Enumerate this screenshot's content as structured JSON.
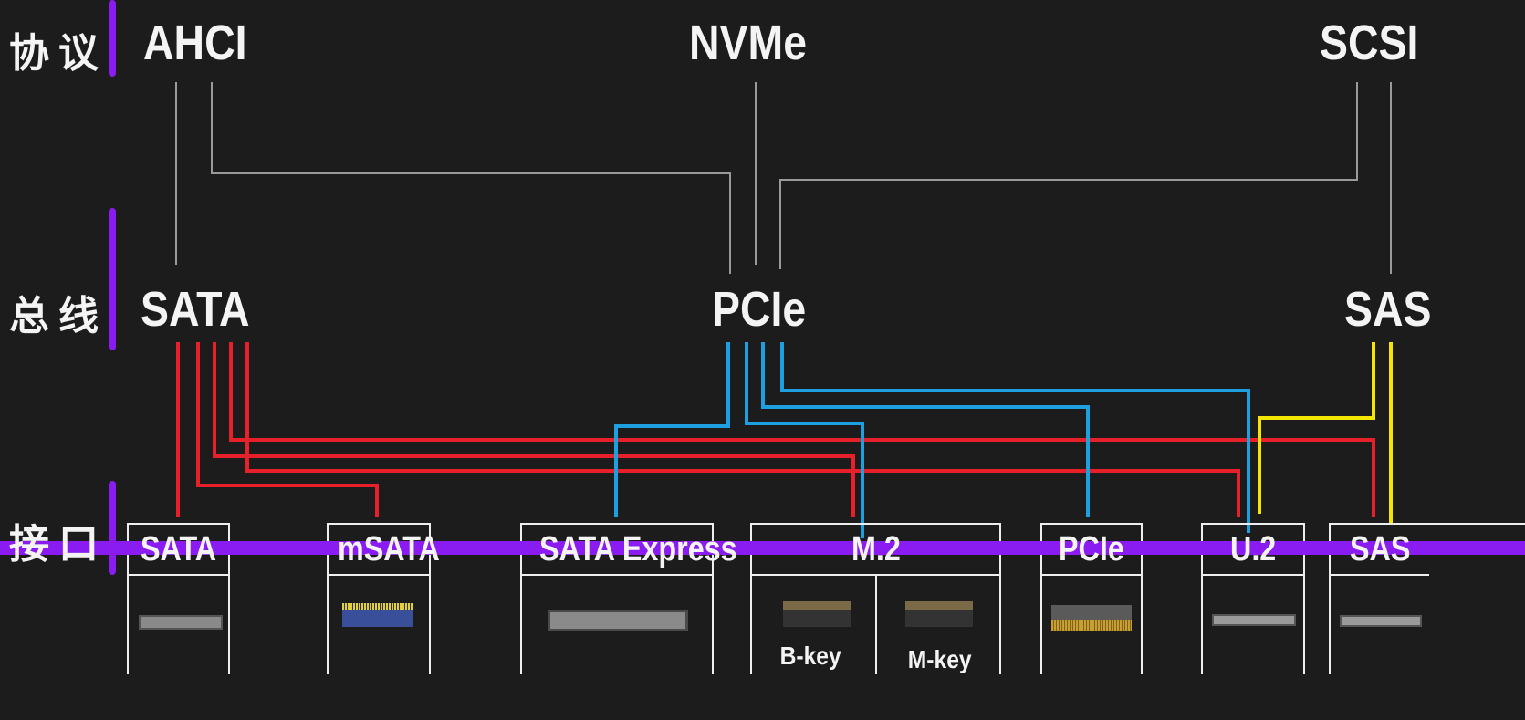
{
  "rows": {
    "protocol": "协议",
    "bus": "总线",
    "interface": "接口"
  },
  "protocols": {
    "ahci": "AHCI",
    "nvme": "NVMe",
    "scsi": "SCSI"
  },
  "buses": {
    "sata": "SATA",
    "pcie": "PCIe",
    "sas": "SAS"
  },
  "interfaces": {
    "sata": "SATA",
    "msata": "mSATA",
    "sata_express": "SATA Express",
    "m2": "M.2",
    "m2_bkey": "B-key",
    "m2_mkey": "M-key",
    "pcie": "PCIe",
    "u2": "U.2",
    "sas": "SAS"
  },
  "colors": {
    "purple": "#8a1cf2",
    "sata_link": "#e8202a",
    "pcie_link": "#1ea0e0",
    "sas_link": "#f5e600",
    "protocol_link": "#9a9a9a"
  }
}
